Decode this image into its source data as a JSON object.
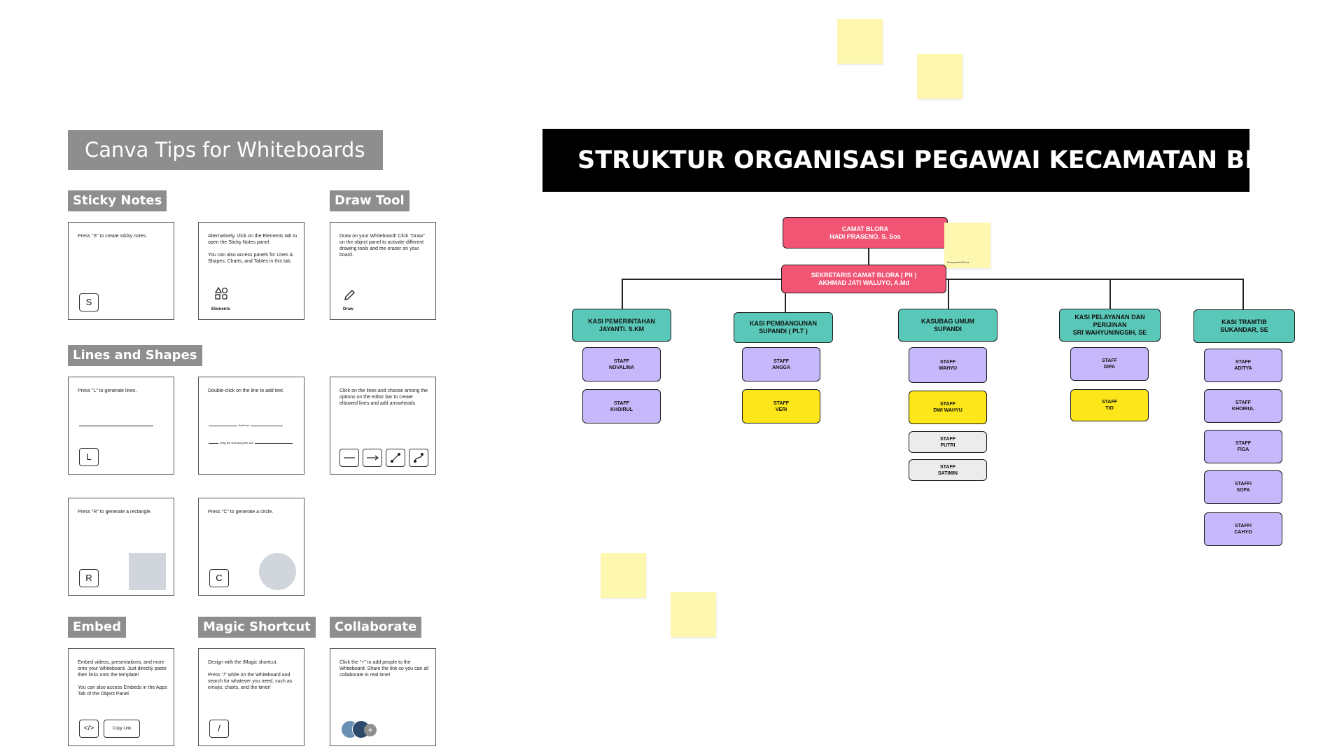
{
  "tips": {
    "title": "Canva Tips for Whiteboards",
    "sections": {
      "sticky_notes": "Sticky Notes",
      "draw_tool": "Draw Tool",
      "lines_shapes": "Lines and Shapes",
      "embed": "Embed",
      "magic_shortcut": "Magic Shortcut",
      "collaborate": "Collaborate"
    },
    "cards": {
      "sticky_press": "Press \"S\" to create sticky notes.",
      "sticky_key": "S",
      "elements_text": "Alternatively, click on the Elements tab to open the Sticky Notes panel.\n\nYou can also access panels for Lines & Shapes, Charts, and Tables in this tab.",
      "elements_caption": "Elements",
      "draw_text": "Draw on your Whiteboard! Click \"Draw\" on the object panel to activate different drawing tools and the eraser on your board.",
      "draw_caption": "Draw",
      "lines_press": "Press \"L\" to generate lines.",
      "lines_key": "L",
      "dblclick_text": "Double-click on the line to add text.",
      "add_text": "Add text",
      "drag_text": "Drag the text along the line",
      "click_lines_text": "Click on the lines and choose among the options on the editor bar to create elbowed lines and add arrowheads.",
      "rect_press": "Press \"R\" to generate a rectangle.",
      "rect_key": "R",
      "circle_press": "Press \"C\" to generate a circle.",
      "circle_key": "C",
      "embed_text": "Embed videos, presentations, and more onto your Whiteboard. Just directly paste their links onto the template!\n\nYou can also access Embeds in the Apps Tab of the Object Panel.",
      "embed_key": "</>",
      "copy_link": "Copy Link",
      "magic_text": "Design with the /Magic shortcut.\n\nPress \"/\" while on the Whiteboard and search for whatever you need, such as emojis, charts, and the timer!",
      "magic_key": "/",
      "collab_text": "Click the \"+\" to add people to the Whiteboard. Share the link so you can all collaborate in real time!",
      "plus": "+"
    }
  },
  "org": {
    "title": "STRUKTUR ORGANISASI PEGAWAI KECAMATAN BLORA",
    "sticky_label": "Masyarakat Blora",
    "camat": "CAMAT BLORA\nHADI PRASENO. S. Sos",
    "sekretaris": "SEKRETARIS CAMAT BLORA ( Plt )\nAKHMAD JATI WALUYO, A.Md",
    "heads": [
      "KASI PEMERINTAHAN\nJAYANTI. S.KM",
      "KASI PEMBANGUNAN\nSUPANDI ( PLT )",
      "KASUBAG UMUM\nSUPANDI",
      "KASI PELAYANAN DAN\nPERIJINAN\nSRI WAHYUNINGSIH, SE",
      "KASI TRAMTIB\nSUKANDAR, SE"
    ],
    "staff": {
      "pemerintahan": [
        "STAFF\nNOVALINA",
        "STAFF\nKHOIRUL"
      ],
      "pembangunan": [
        "STAFF\nANGGA",
        "STAFF\nVERI"
      ],
      "umum": [
        "STAFF\nWAHYU",
        "STAFF\nDWI WAHYU",
        "STAFF\nPUTRI",
        "STAFF\nSATIMIN"
      ],
      "pelayanan": [
        "STAFF\nDIPA",
        "STAFF\nTIO"
      ],
      "tramtib": [
        "STAFF\nADITYA",
        "STAFF\nKHOIRUL",
        "STAFF\nFIGA",
        "STAFFi\nSOFA",
        "STAFFi\nCAHYO"
      ]
    }
  },
  "colors": {
    "red": "#f25574",
    "teal": "#5ac8b8",
    "purple": "#c6b8fb",
    "yellow": "#fde619",
    "grey": "#ececec",
    "sticky": "#fdf7b0",
    "tab_grey": "#8e8e8e"
  }
}
